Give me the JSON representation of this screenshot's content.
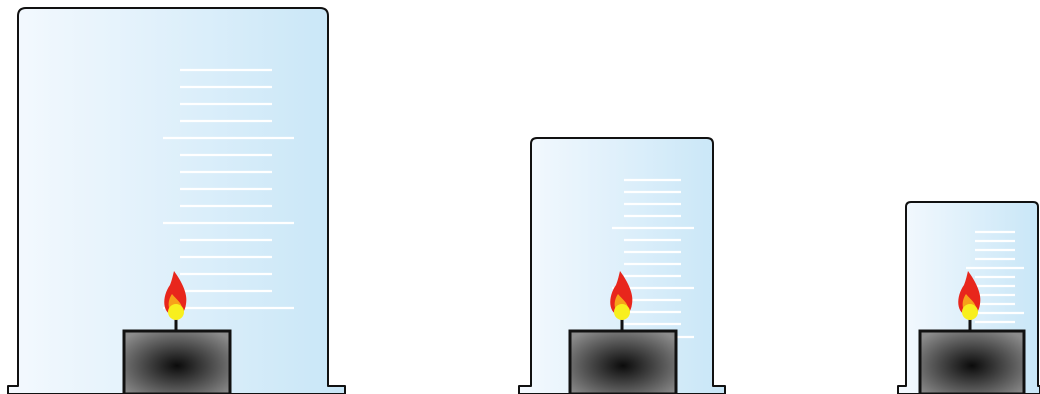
{
  "diagram": {
    "setups": [
      {
        "id": "large-jar",
        "jar_size": "large",
        "candle": "lit"
      },
      {
        "id": "medium-jar",
        "jar_size": "medium",
        "candle": "lit"
      },
      {
        "id": "small-jar",
        "jar_size": "small",
        "candle": "lit"
      }
    ],
    "colors": {
      "glass_light": "#f4f9fe",
      "glass_dark": "#c8e6f7",
      "outline": "#111111",
      "candle_center": "#0b0b0b",
      "candle_edge": "#8c8c8c",
      "flame_outer": "#e8261c",
      "flame_middle": "#f7a11a",
      "flame_core": "#f8ef1e",
      "scale_marks": "#ffffff"
    }
  }
}
